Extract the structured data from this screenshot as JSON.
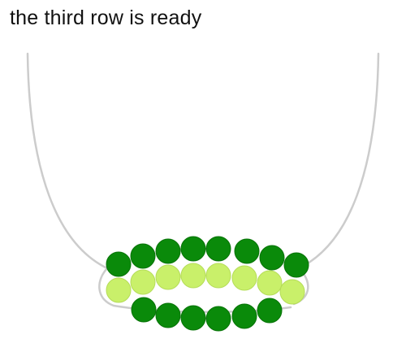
{
  "caption": "the third row is ready",
  "colors": {
    "dark_bead": "#0a8a0a",
    "dark_bead_stroke": "#087308",
    "light_bead": "#c9f06a",
    "light_bead_stroke": "#b5dc58",
    "thread": "#cccccc"
  },
  "rows": [
    {
      "name": "row-1",
      "bead_color": "dark",
      "bead_count": 8
    },
    {
      "name": "row-2",
      "bead_color": "light",
      "bead_count": 8
    },
    {
      "name": "row-3",
      "bead_color": "dark",
      "bead_count": 6
    }
  ]
}
